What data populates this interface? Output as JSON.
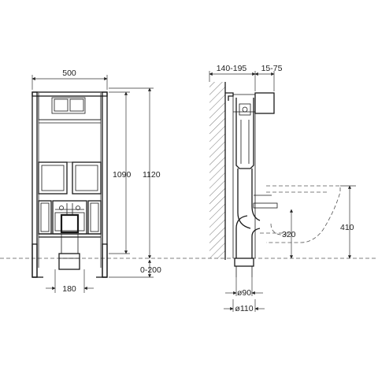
{
  "front_view": {
    "width_label": "500",
    "height_inner_label": "1090",
    "height_outer_label": "1120",
    "bottom_width_label": "180",
    "floor_adjust_label": "0-200"
  },
  "side_view": {
    "wall_offset_label": "140-195",
    "depth_label": "15-75",
    "outlet_height_label": "320",
    "seat_height_label": "410",
    "pipe_inner_label": "ø90",
    "pipe_outer_label": "ø110"
  }
}
